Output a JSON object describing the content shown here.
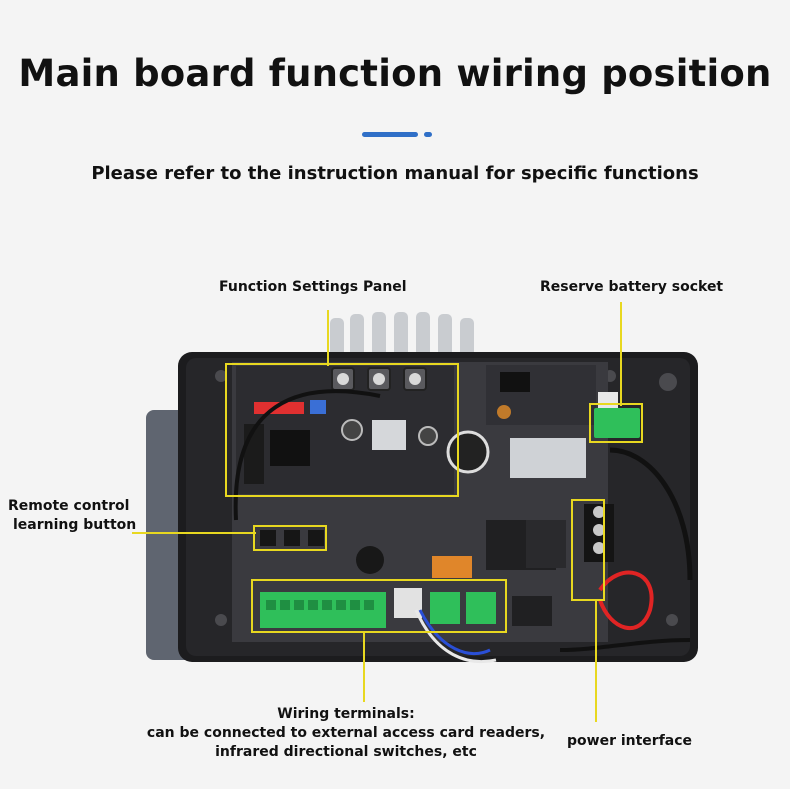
{
  "header": {
    "title": "Main board function wiring position",
    "subtitle": "Please refer to the instruction manual for specific functions"
  },
  "labels": {
    "function_settings": "Function Settings Panel",
    "reserve_battery": "Reserve battery socket",
    "remote_learning_line1": "Remote control",
    "remote_learning_line2": "learning button",
    "wiring_terminals_line1": "Wiring terminals:",
    "wiring_terminals_line2": "can be connected to external access card readers,",
    "wiring_terminals_line3": "infrared directional switches, etc",
    "power_interface": "power interface"
  },
  "colors": {
    "accent_blue": "#2f6fc7",
    "callout_yellow": "#e8d820",
    "terminal_green": "#2fbf5a"
  }
}
